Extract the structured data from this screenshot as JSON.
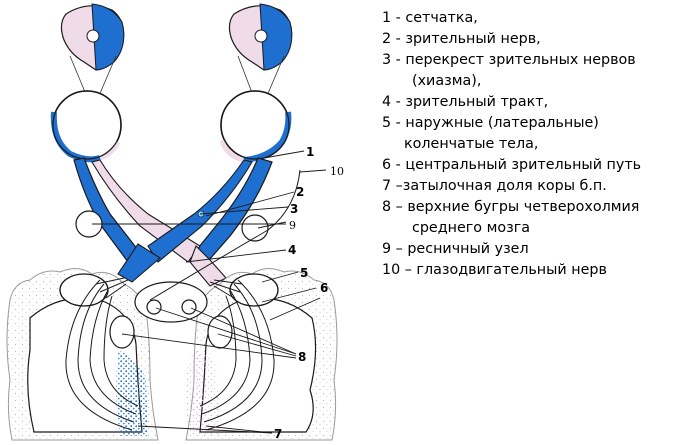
{
  "diagram": {
    "callouts": [
      "1",
      "10",
      "2",
      "3",
      "9",
      "4",
      "5",
      "6",
      "8",
      "7"
    ],
    "colors": {
      "left_pathway": "#1f6fd0",
      "right_pathway": "#f0dbe8",
      "outline": "#1a1a1a",
      "cortex_stipple": "#b8b8b8"
    }
  },
  "legend": {
    "items": [
      "1 - сетчатка,",
      "2 - зрительный нерв,",
      "3 - перекрест зрительных нервов",
      "(хиазма),",
      "4 - зрительный тракт,",
      "5 - наружные (латеральные)",
      "коленчатые  тела,",
      "6 - центральный зрительный путь",
      "7 –затылочная доля коры б.п.",
      "8 – верхние бугры четверохолмия",
      "среднего мозга",
      "9 – ресничный узел",
      "10 – глазодвигательный нерв"
    ]
  }
}
